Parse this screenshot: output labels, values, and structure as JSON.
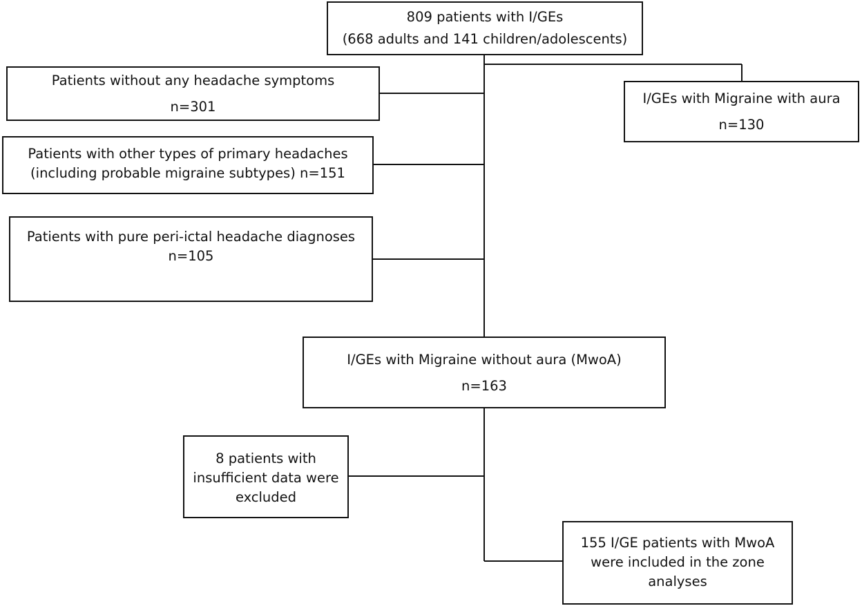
{
  "boxes": {
    "top": {
      "line1": "809 patients with I/GEs",
      "line2": "(668 adults and 141 children/adolescents)"
    },
    "no_headache": {
      "line1": "Patients without any headache symptoms",
      "line2": "n=301"
    },
    "aura": {
      "line1": "I/GEs with Migraine with aura",
      "line2": "n=130"
    },
    "other": {
      "line1": "Patients with other types of primary headaches",
      "line2": "(including probable migraine subtypes) n=151"
    },
    "periictal": {
      "line1": "Patients with pure peri-ictal headache diagnoses",
      "line2": "n=105"
    },
    "mwoa": {
      "line1": "I/GEs with Migraine without aura (MwoA)",
      "line2": "n=163"
    },
    "excluded": {
      "line1": "8 patients with",
      "line2": "insufficient data were",
      "line3": "excluded"
    },
    "included": {
      "line1": "155 I/GE patients with MwoA",
      "line2": "were included in the zone",
      "line3": "analyses"
    }
  }
}
